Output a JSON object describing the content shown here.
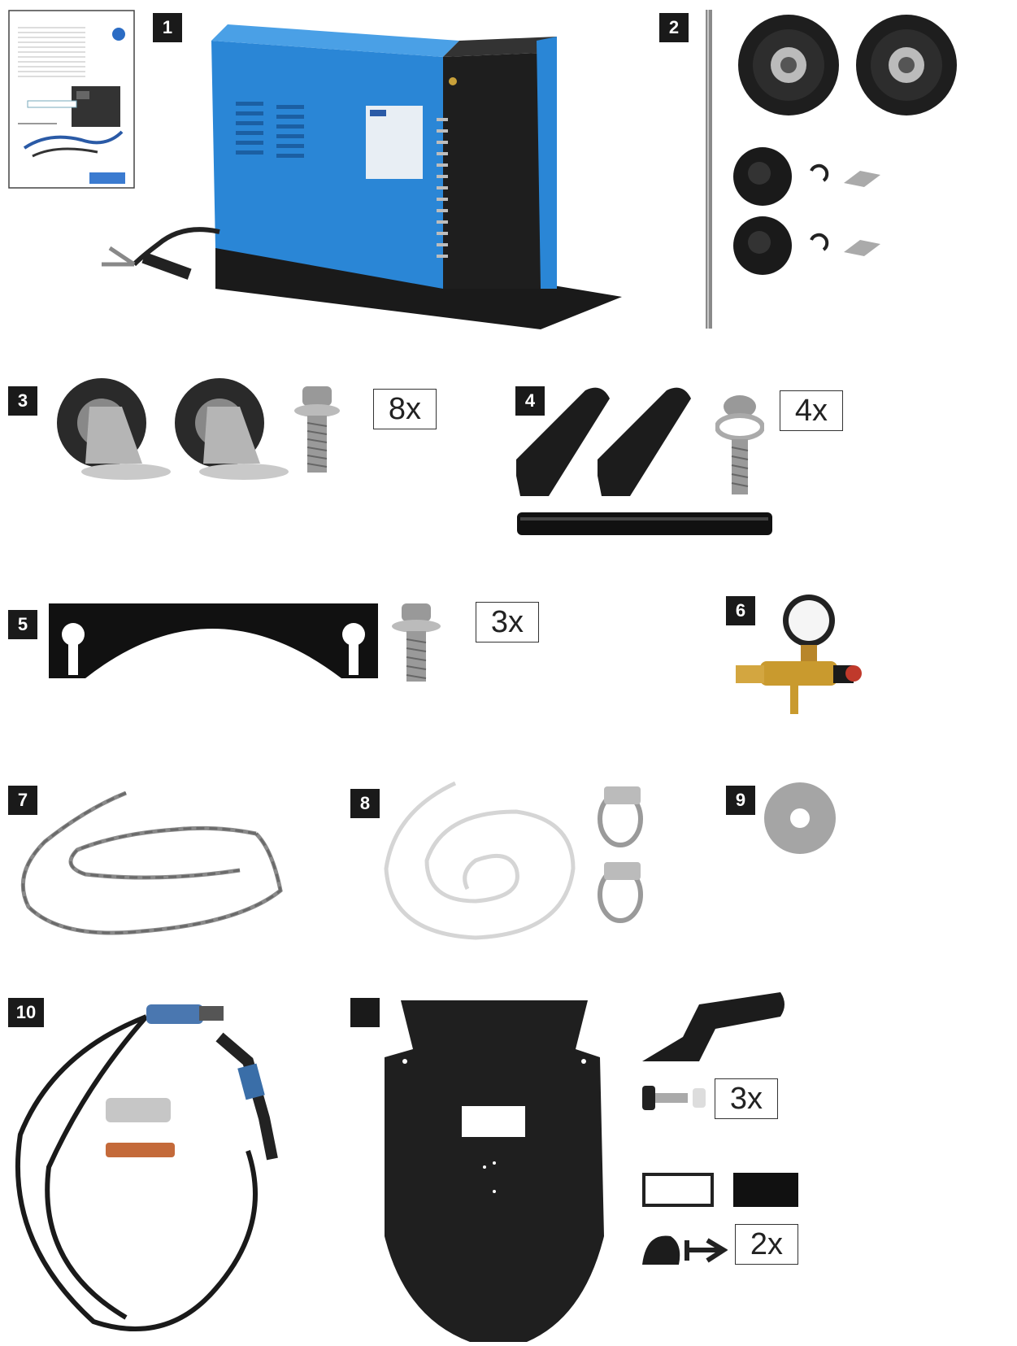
{
  "labels": {
    "n1": "1",
    "n2": "2",
    "n3": "3",
    "n4": "4",
    "n5": "5",
    "n6": "6",
    "n7": "7",
    "n8": "8",
    "n9": "9",
    "n10": "10",
    "n11": ""
  },
  "quantities": {
    "screws_3": "8x",
    "screws_4": "4x",
    "screws_5": "3x",
    "bolts_11": "3x",
    "clips_11": "2x"
  },
  "colors": {
    "machine_blue": "#1f7fd1",
    "black_part": "#1b1b1b",
    "brass": "#c99a2e",
    "copper": "#c46a3a"
  },
  "icons": [
    "manual-booklet-icon",
    "welder-machine-icon",
    "wheel-icon",
    "axle-rod-icon",
    "caster-icon",
    "screw-icon",
    "handle-bracket-icon",
    "handle-tube-icon",
    "cylinder-bracket-icon",
    "pressure-regulator-icon",
    "chain-icon",
    "gas-hose-icon",
    "hose-clamp-icon",
    "washer-icon",
    "welding-torch-icon",
    "welding-shield-icon"
  ]
}
